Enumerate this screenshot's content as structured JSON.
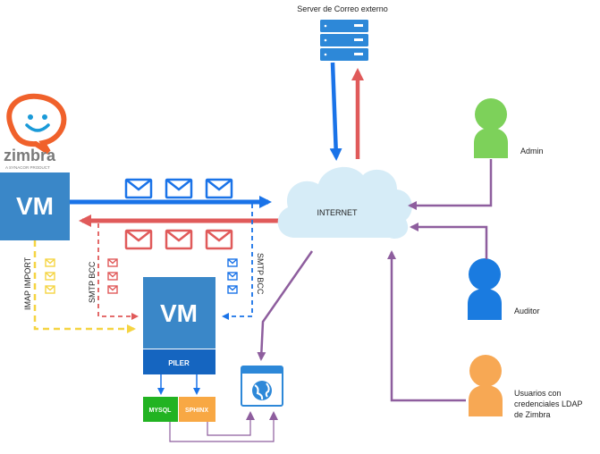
{
  "labels": {
    "server": "Server de Correo externo",
    "internet": "INTERNET",
    "admin": "Admin",
    "auditor": "Auditor",
    "users_line1": "Usuarios con",
    "users_line2": "credenciales LDAP",
    "users_line3": "de Zimbra",
    "vm_main": "VM",
    "vm_piler": "VM",
    "piler": "PILER",
    "mysql": "MYSQL",
    "sphinx": "SPHINX",
    "imap_import": "IMAP IMPORT",
    "smtp_bcc_left": "SMTP BCC",
    "smtp_bcc_right": "SMTP BCC",
    "zimbra_word": "zimbra",
    "zimbra_tagline": "A SYNACOR PRODUCT"
  },
  "icons": {
    "server": "server-rack-icon",
    "cloud": "cloud-icon",
    "envelope": "envelope-icon",
    "person": "person-icon",
    "browser": "browser-globe-icon",
    "logo": "zimbra-logo"
  },
  "colors": {
    "blue": "#1a73e8",
    "red": "#e05a5a",
    "purple": "#8e5e9e",
    "yellow": "#f5d442",
    "vm_blue": "#3a87c8",
    "admin_green": "#7dd15a",
    "auditor_blue": "#1a7be0",
    "users_orange": "#f7a854",
    "mysql_green": "#22b322",
    "sphinx_orange": "#f8a844",
    "cloud": "#d6ecf7"
  }
}
